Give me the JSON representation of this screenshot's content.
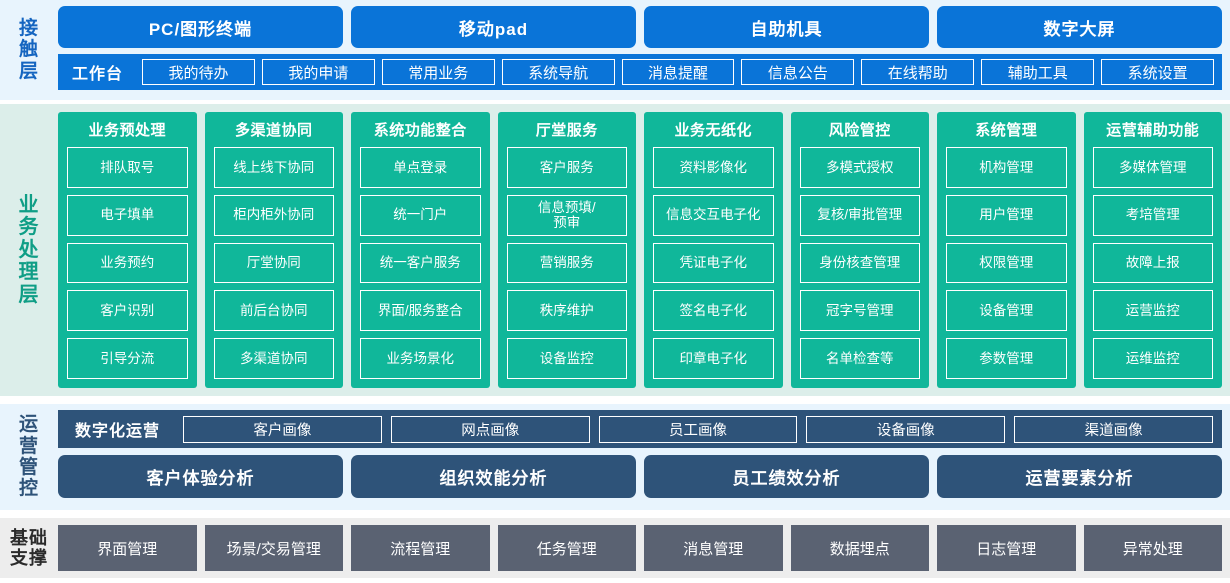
{
  "colors": {
    "contact_blue": "#0a74d8",
    "contact_band_bg": "#e8f4fd",
    "business_green": "#10b79a",
    "business_band_bg": "#dceeea",
    "ops_slate": "#2e5379",
    "ops_band_bg": "#e8f4fd",
    "foundation_gray": "#5a6272",
    "foundation_band_bg": "#ededed",
    "text_white": "#ffffff"
  },
  "contact_layer": {
    "label": "接触层",
    "terminals": [
      "PC/图形终端",
      "移动pad",
      "自助机具",
      "数字大屏"
    ],
    "workbench_title": "工作台",
    "workbench_items": [
      "我的待办",
      "我的申请",
      "常用业务",
      "系统导航",
      "消息提醒",
      "信息公告",
      "在线帮助",
      "辅助工具",
      "系统设置"
    ]
  },
  "business_layer": {
    "label": "业务处理层",
    "columns": [
      {
        "title": "业务预处理",
        "items": [
          "排队取号",
          "电子填单",
          "业务预约",
          "客户识别",
          "引导分流"
        ]
      },
      {
        "title": "多渠道协同",
        "items": [
          "线上线下协同",
          "柜内柜外协同",
          "厅堂协同",
          "前后台协同",
          "多渠道协同"
        ]
      },
      {
        "title": "系统功能整合",
        "items": [
          "单点登录",
          "统一门户",
          "统一客户服务",
          "界面/服务整合",
          "业务场景化"
        ]
      },
      {
        "title": "厅堂服务",
        "items": [
          "客户服务",
          "信息预填/\n预审",
          "营销服务",
          "秩序维护",
          "设备监控"
        ]
      },
      {
        "title": "业务无纸化",
        "items": [
          "资料影像化",
          "信息交互电子化",
          "凭证电子化",
          "签名电子化",
          "印章电子化"
        ]
      },
      {
        "title": "风险管控",
        "items": [
          "多模式授权",
          "复核/审批管理",
          "身份核查管理",
          "冠字号管理",
          "名单检查等"
        ]
      },
      {
        "title": "系统管理",
        "items": [
          "机构管理",
          "用户管理",
          "权限管理",
          "设备管理",
          "参数管理"
        ]
      },
      {
        "title": "运营辅助功能",
        "items": [
          "多媒体管理",
          "考培管理",
          "故障上报",
          "运营监控",
          "运维监控"
        ]
      }
    ]
  },
  "ops_layer": {
    "label": "运营管控",
    "digital_title": "数字化运营",
    "portraits": [
      "客户画像",
      "网点画像",
      "员工画像",
      "设备画像",
      "渠道画像"
    ],
    "analyses": [
      "客户体验分析",
      "组织效能分析",
      "员工绩效分析",
      "运营要素分析"
    ]
  },
  "foundation_layer": {
    "label": "基础支撑",
    "items": [
      "界面管理",
      "场景/交易管理",
      "流程管理",
      "任务管理",
      "消息管理",
      "数据埋点",
      "日志管理",
      "异常处理"
    ]
  }
}
